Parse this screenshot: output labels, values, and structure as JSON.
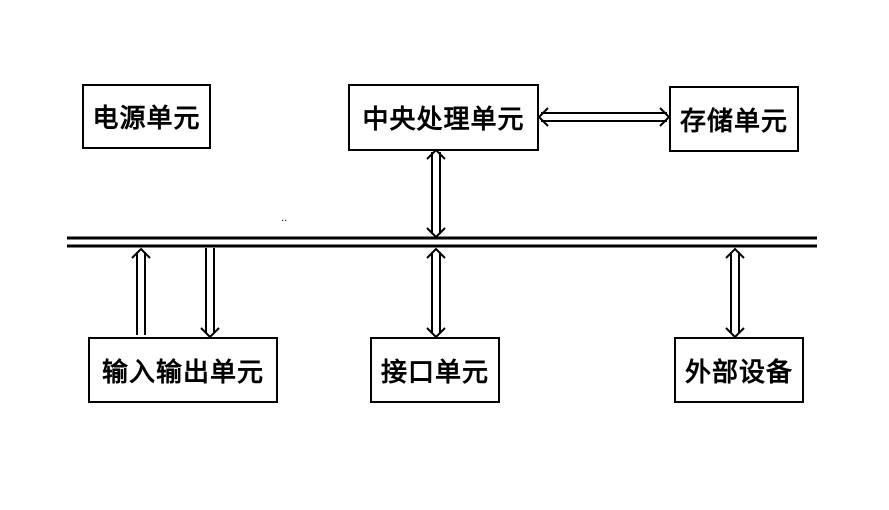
{
  "diagram": {
    "title": "",
    "nodes": {
      "power": {
        "label": "电源单元"
      },
      "cpu": {
        "label": "中央处理单元"
      },
      "storage": {
        "label": "存储单元"
      },
      "io": {
        "label": "输入输出单元"
      },
      "interface": {
        "label": "接口单元"
      },
      "external": {
        "label": "外部设备"
      }
    },
    "bus": {
      "label": ""
    },
    "edges": [
      {
        "from": "cpu",
        "to": "storage",
        "direction": "bidirectional",
        "style": "double-line arrow"
      },
      {
        "from": "cpu",
        "to": "bus",
        "direction": "bidirectional",
        "style": "double-line arrow"
      },
      {
        "from": "io",
        "to": "bus",
        "direction": "io-to-bus",
        "style": "double-line arrow"
      },
      {
        "from": "bus",
        "to": "io",
        "direction": "bus-to-io",
        "style": "double-line arrow"
      },
      {
        "from": "bus",
        "to": "interface",
        "direction": "bidirectional",
        "style": "double-line arrow"
      },
      {
        "from": "bus",
        "to": "external",
        "direction": "bidirectional",
        "style": "double-line arrow"
      }
    ],
    "colors": {
      "stroke": "#000000",
      "background": "#ffffff"
    }
  }
}
